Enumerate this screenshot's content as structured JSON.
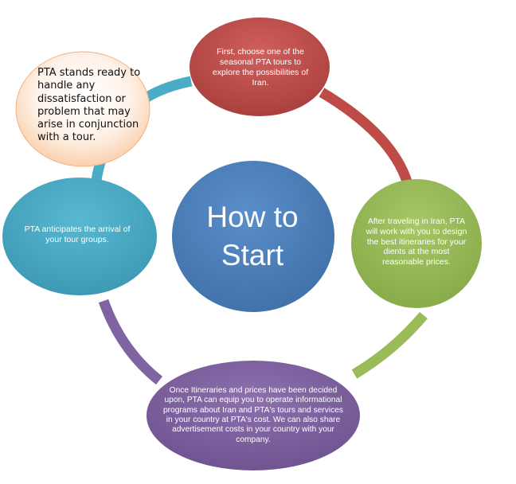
{
  "center": {
    "title_line1": "How to",
    "title_line2": "Start"
  },
  "nodes": {
    "red": "First, choose one of the seasonal PTA tours to explore the possibilities of Iran.",
    "green": "After traveling in Iran, PTA will work with you to design the best itineraries for your dients at the most reasonable prices.",
    "purple": "Once Itineraries and prices have been decided upon, PTA can equip you to operate informational programs about Iran and PTA's tours and services in your country at PTA's cost. We can also share advertisement costs in your country with your company.",
    "teal": "PTA anticipates the arrival of your tour groups.",
    "peach": "PTA stands ready to handle any dissatisfaction or problem that may arise in conjunction with a tour."
  },
  "colors": {
    "red": "#BE4B48",
    "green": "#9BBB59",
    "purple": "#8064A2",
    "teal": "#4BACC6",
    "blue": "#4F81BD",
    "peach": "#FBD5B5"
  }
}
